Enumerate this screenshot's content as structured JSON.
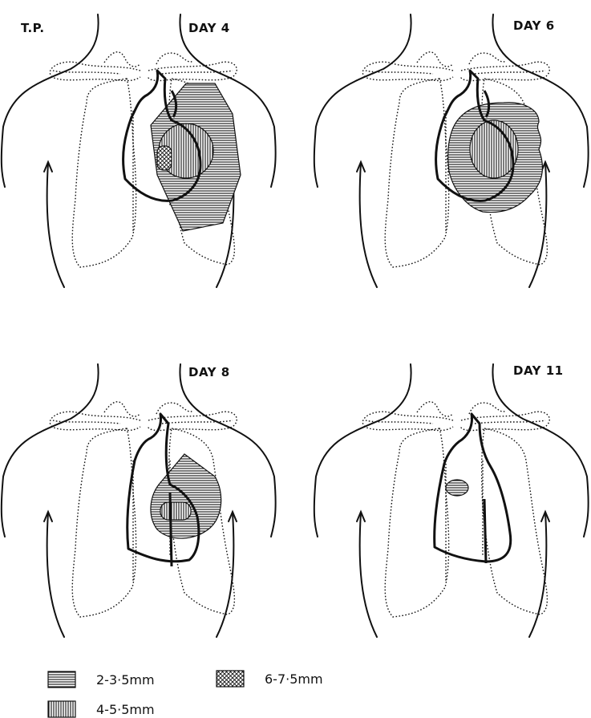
{
  "figure": {
    "patient_label": "T.P.",
    "panels": [
      {
        "title": "DAY 4"
      },
      {
        "title": "DAY 6"
      },
      {
        "title": "DAY 8"
      },
      {
        "title": "DAY 11"
      }
    ]
  },
  "legend": {
    "items": [
      {
        "label": "2-3·5mm",
        "pattern": "horizontal-hatch"
      },
      {
        "label": "6-7·5mm",
        "pattern": "cross-hatch"
      },
      {
        "label": "4-5·5mm",
        "pattern": "vertical-hatch"
      }
    ]
  }
}
